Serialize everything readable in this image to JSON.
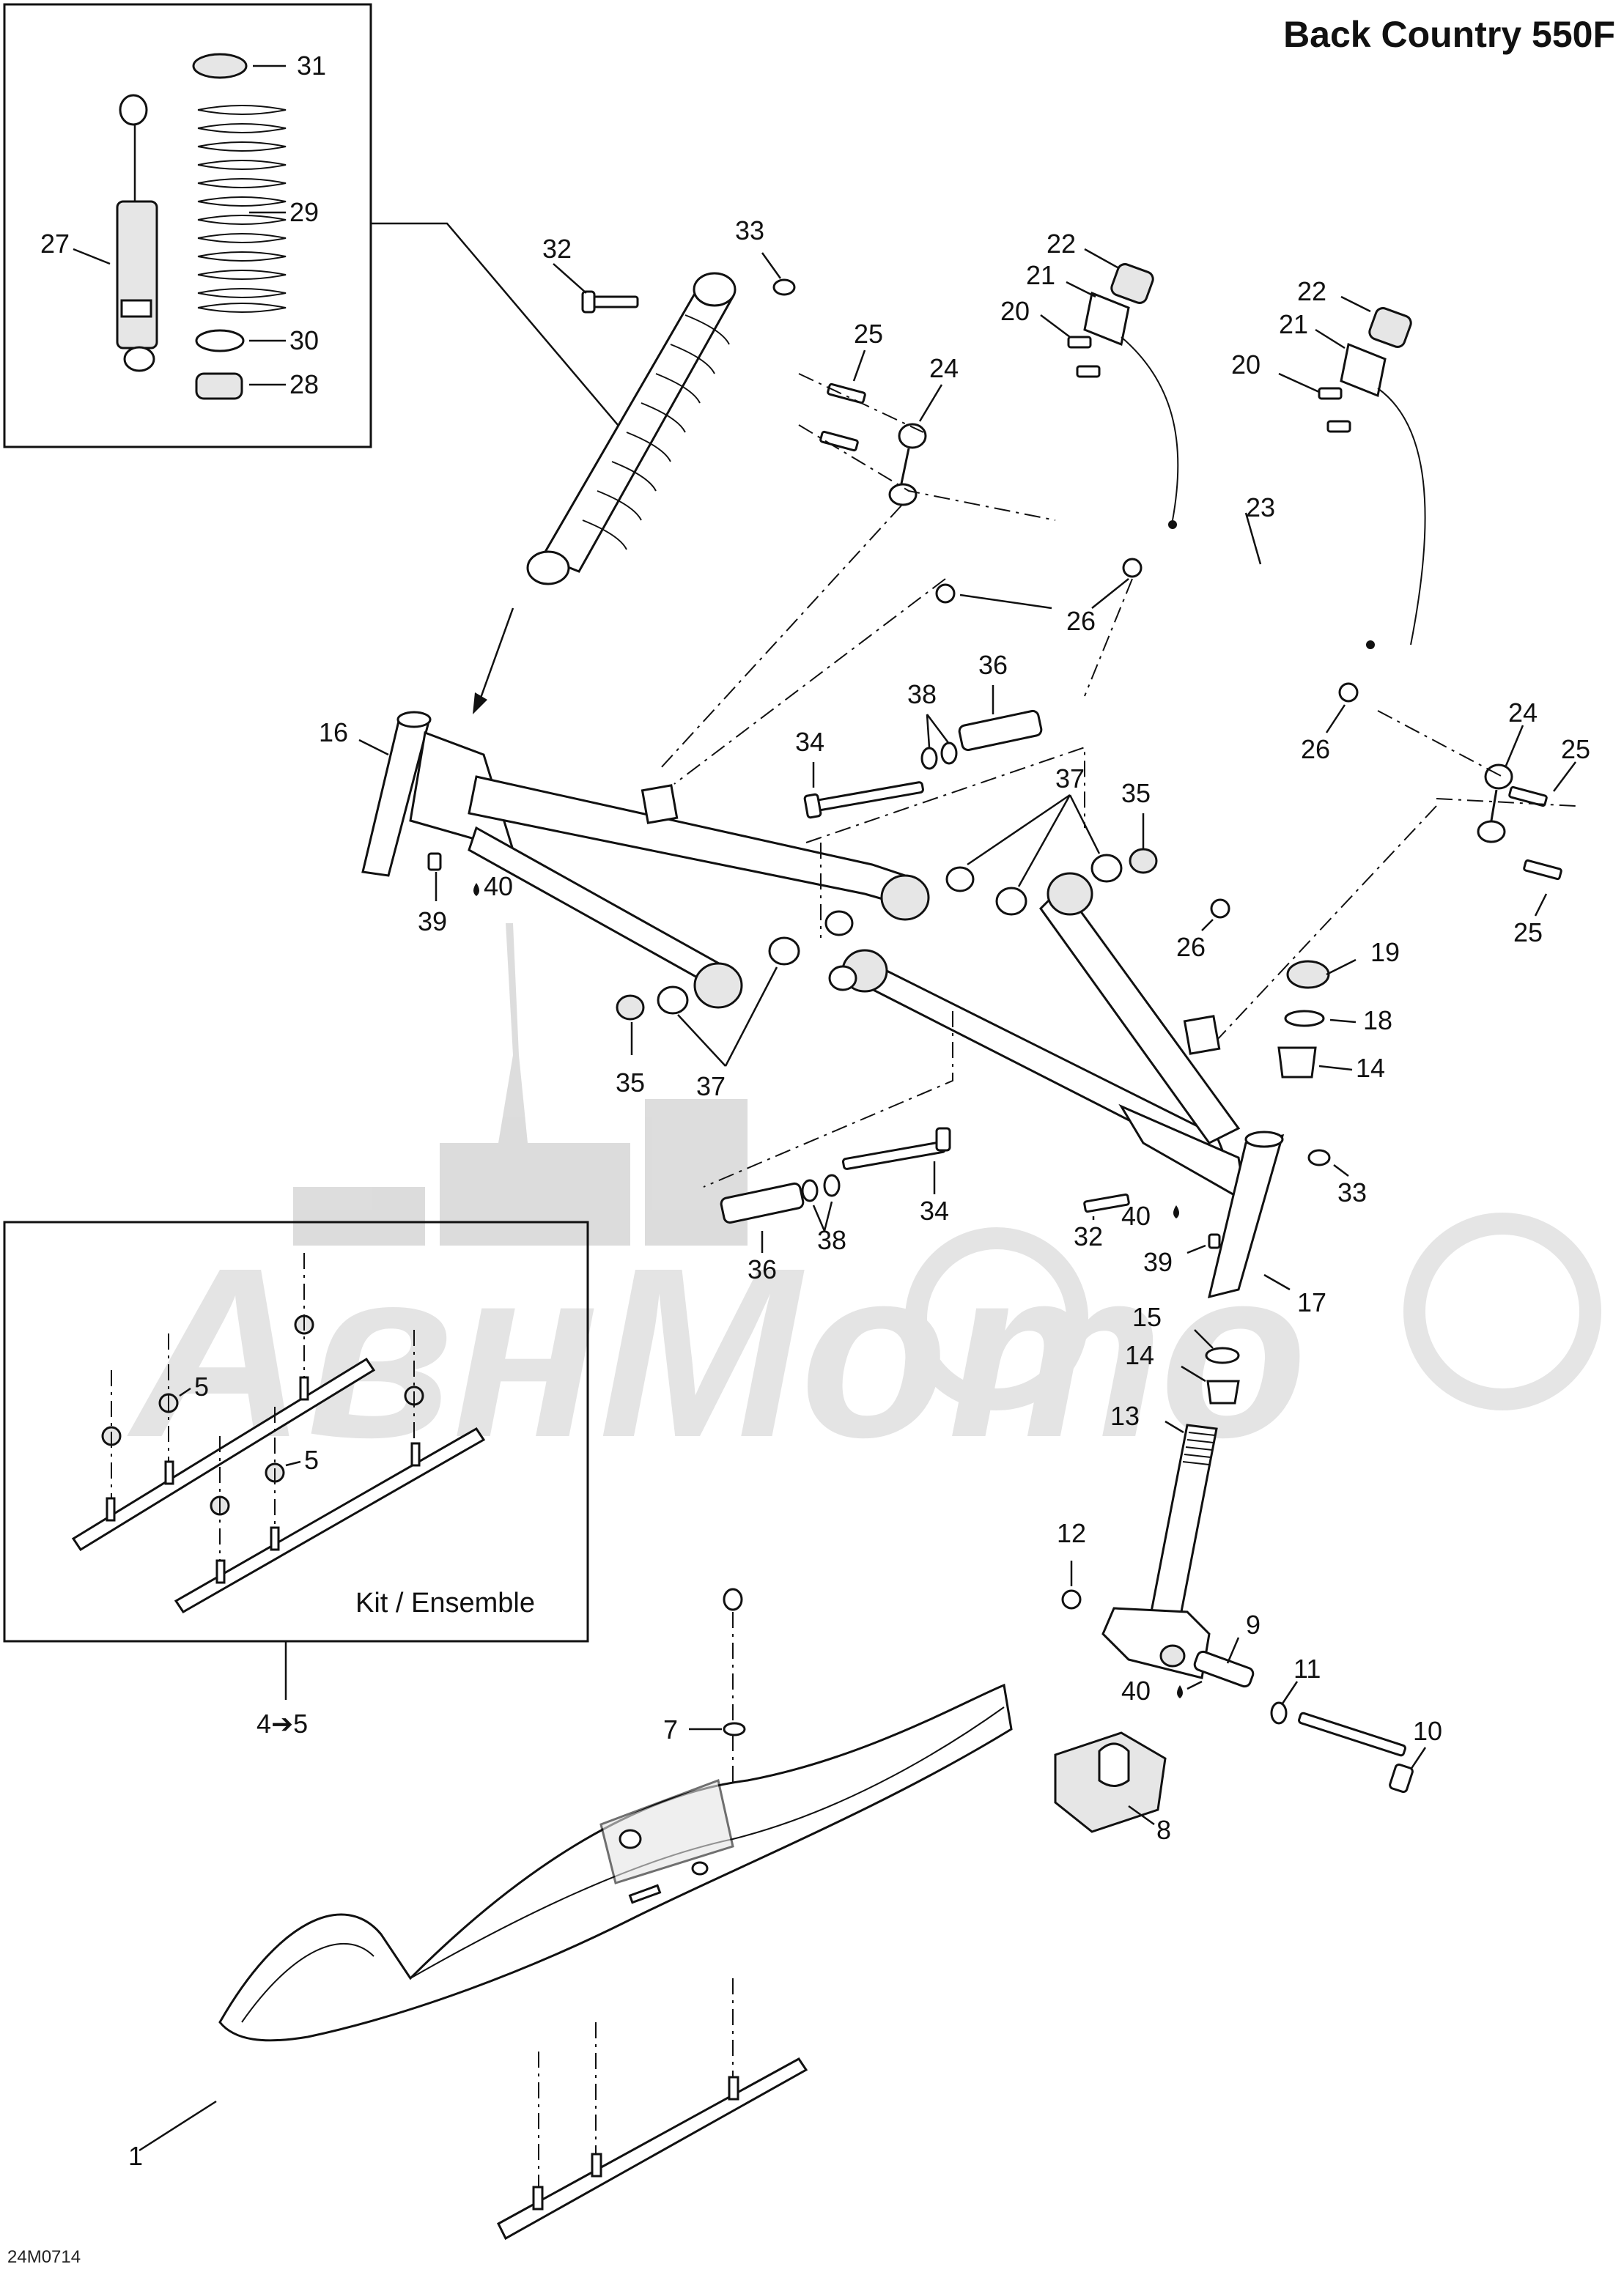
{
  "title": "Back Country 550F",
  "drawing_code": "24M0714",
  "kit_label": "Kit / Ensemble",
  "kit_ref": "4➔5",
  "callouts": {
    "c1": "1",
    "c5a": "5",
    "c5b": "5",
    "c7": "7",
    "c8": "8",
    "c9": "9",
    "c10": "10",
    "c11": "11",
    "c12": "12",
    "c13": "13",
    "c14a": "14",
    "c14b": "14",
    "c15": "15",
    "c16": "16",
    "c17": "17",
    "c18": "18",
    "c19": "19",
    "c20a": "20",
    "c20b": "20",
    "c21a": "21",
    "c21b": "21",
    "c22a": "22",
    "c22b": "22",
    "c23": "23",
    "c24a": "24",
    "c24b": "24",
    "c25a": "25",
    "c25b": "25",
    "c25c": "25",
    "c26a": "26",
    "c26b": "26",
    "c26c": "26",
    "c27": "27",
    "c28": "28",
    "c29": "29",
    "c30": "30",
    "c31": "31",
    "c32a": "32",
    "c32b": "32",
    "c33a": "33",
    "c33b": "33",
    "c34a": "34",
    "c34b": "34",
    "c35a": "35",
    "c35b": "35",
    "c36a": "36",
    "c36b": "36",
    "c37a": "37",
    "c37b": "37",
    "c38a": "38",
    "c38b": "38",
    "c39a": "39",
    "c39b": "39",
    "c40a": "40",
    "c40b": "40",
    "c40c": "40"
  }
}
